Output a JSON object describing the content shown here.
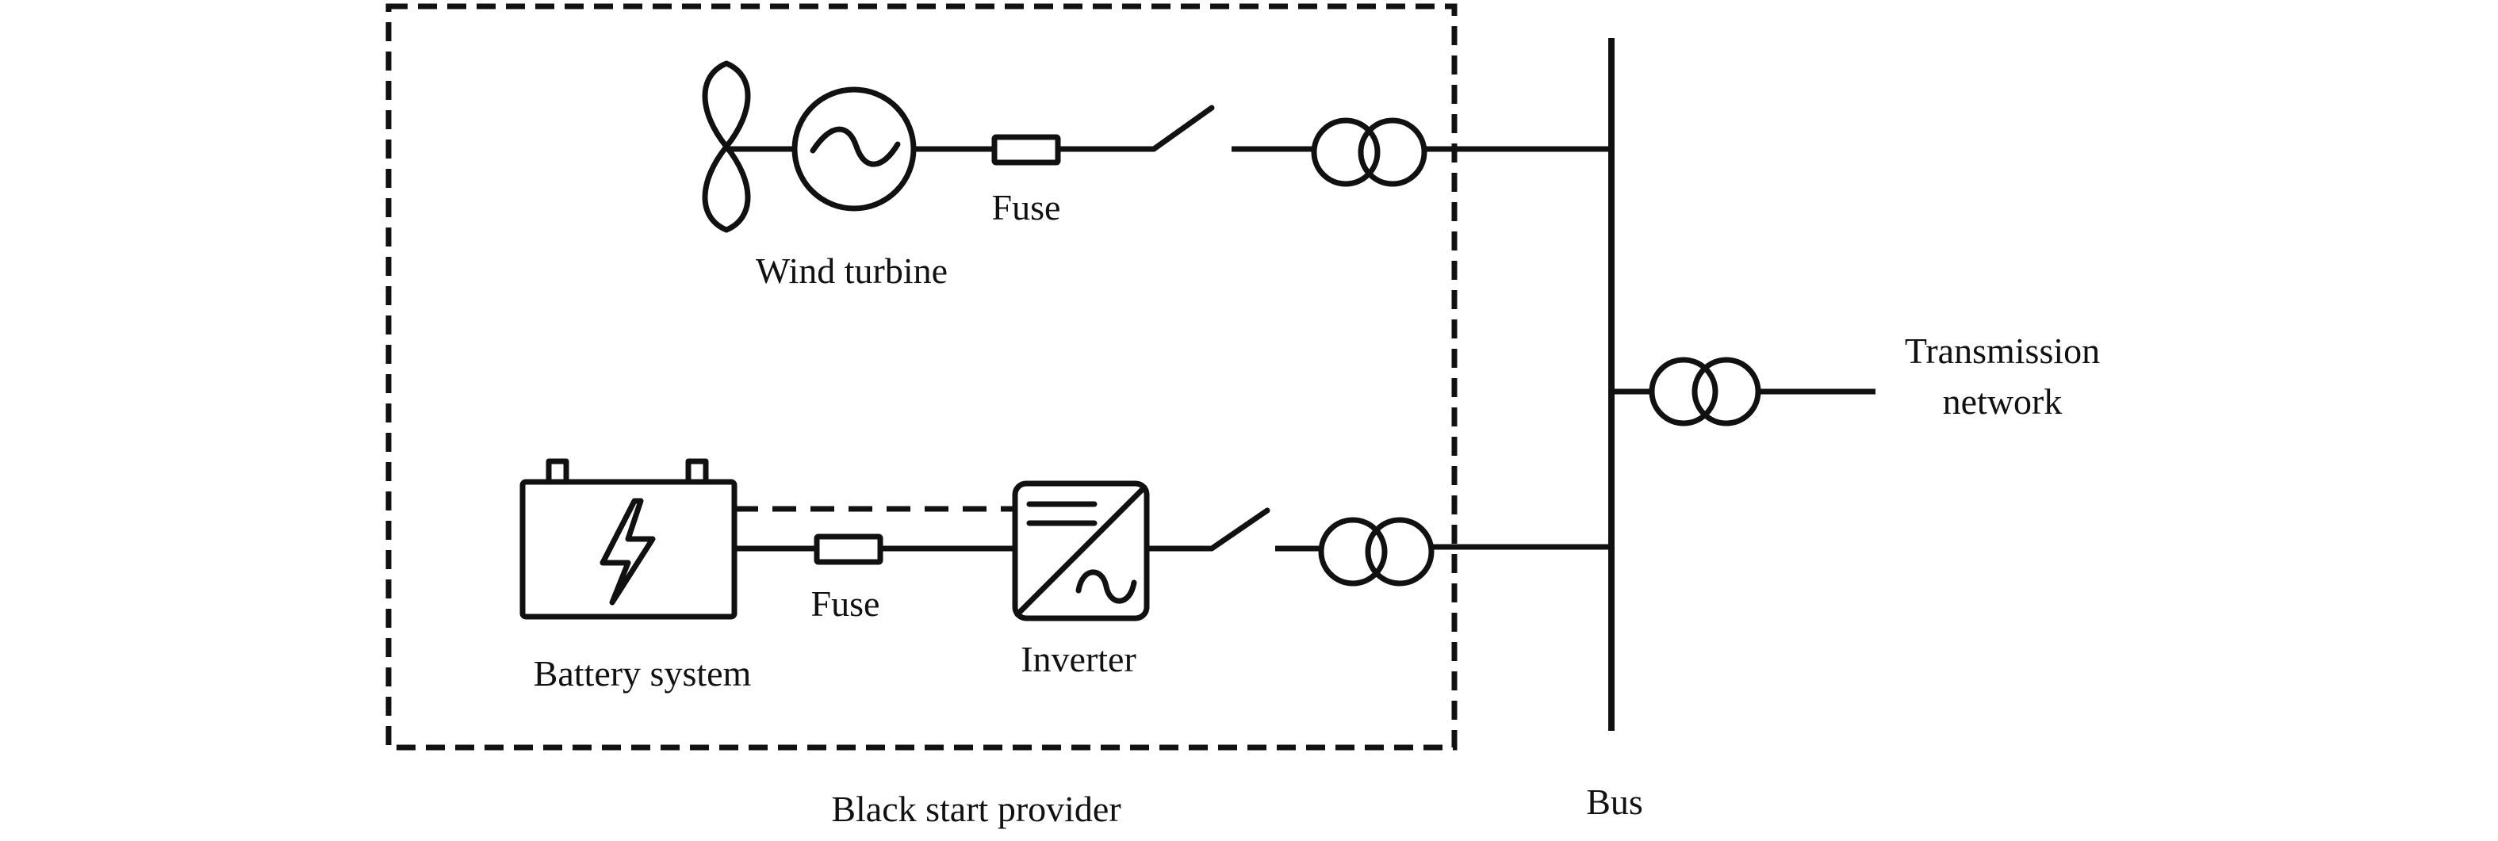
{
  "labels": {
    "wind_turbine": "Wind turbine",
    "fuse_top": "Fuse",
    "fuse_bottom": "Fuse",
    "battery_system": "Battery system",
    "inverter": "Inverter",
    "transmission_line1": "Transmission",
    "transmission_line2": "network",
    "black_start_provider": "Black start provider",
    "bus": "Bus"
  },
  "colors": {
    "line": "#111111",
    "background": "#ffffff"
  },
  "icons": {
    "wind": "wind-turbine-blades-icon",
    "generator": "ac-generator-icon",
    "fuse": "fuse-icon",
    "switch": "open-switch-icon",
    "transformer": "transformer-icon",
    "battery": "battery-icon",
    "inverter": "inverter-icon"
  }
}
